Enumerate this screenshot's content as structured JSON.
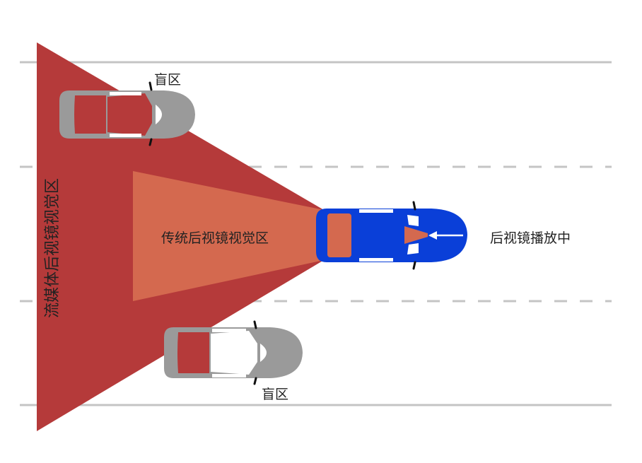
{
  "labels": {
    "blind_spot_top": "盲区",
    "blind_spot_bottom": "盲区",
    "traditional_view": "传统后视镜视觉区",
    "streaming_view": "流媒体后视镜视觉区",
    "rear_display": "后视镜播放中"
  },
  "colors": {
    "streaming_zone": "#b53a3a",
    "traditional_zone": "#d4694f",
    "ego_car": "#0a3fd8",
    "other_car": "#9a9a9a",
    "lane_line": "#c4c4c4"
  }
}
